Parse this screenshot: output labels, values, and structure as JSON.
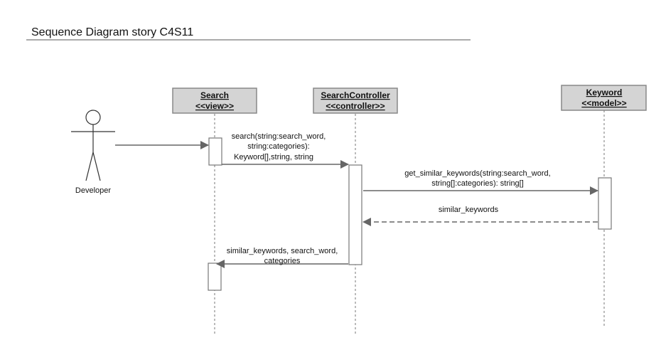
{
  "diagram": {
    "title": "Sequence Diagram story C4S11",
    "actor": {
      "label": "Developer"
    },
    "participants": [
      {
        "name": "Search",
        "stereotype": "<<view>>"
      },
      {
        "name": "SearchController",
        "stereotype": "<<controller>>"
      },
      {
        "name": "Keyword",
        "stereotype": "<<model>>"
      }
    ],
    "messages": [
      {
        "lines": [
          "search(string:search_word,",
          "string:categories):",
          "Keyword[],string, string"
        ]
      },
      {
        "lines": [
          "get_similar_keywords(string:search_word,",
          "string[]:categories): string[]"
        ]
      },
      {
        "lines": [
          "similar_keywords"
        ]
      },
      {
        "lines": [
          "similar_keywords, search_word,",
          "categories"
        ]
      }
    ]
  }
}
